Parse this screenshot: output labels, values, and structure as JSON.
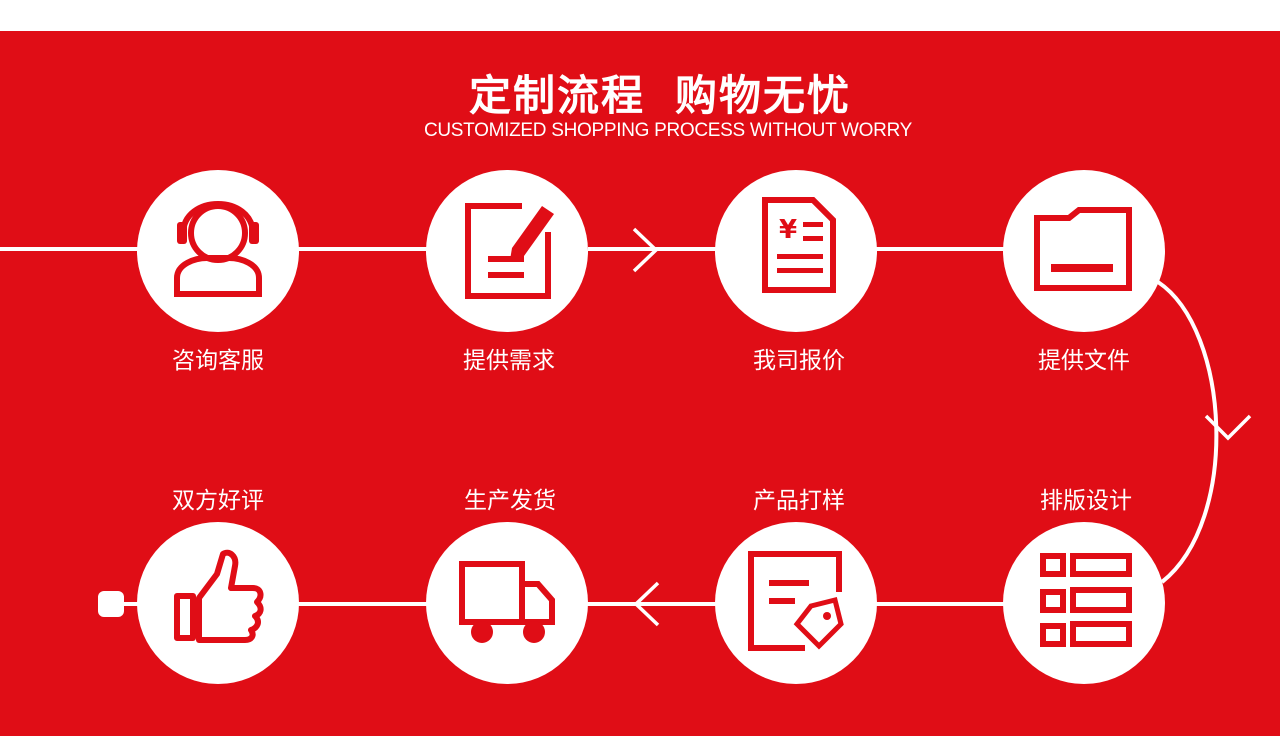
{
  "header": {
    "title_part1": "定制流程",
    "title_part2": "购物无忧",
    "subtitle": "CUSTOMIZED SHOPPING PROCESS WITHOUT WORRY"
  },
  "colors": {
    "brand_red": "#e00d16",
    "white": "#ffffff"
  },
  "steps": [
    {
      "label": "咨询客服",
      "icon": "customer-service-icon"
    },
    {
      "label": "提供需求",
      "icon": "edit-document-icon"
    },
    {
      "label": "我司报价",
      "icon": "quotation-icon"
    },
    {
      "label": "提供文件",
      "icon": "folder-icon"
    },
    {
      "label": "排版设计",
      "icon": "layout-icon"
    },
    {
      "label": "产品打样",
      "icon": "sample-tag-icon"
    },
    {
      "label": "生产发货",
      "icon": "delivery-truck-icon"
    },
    {
      "label": "双方好评",
      "icon": "thumbs-up-icon"
    }
  ]
}
